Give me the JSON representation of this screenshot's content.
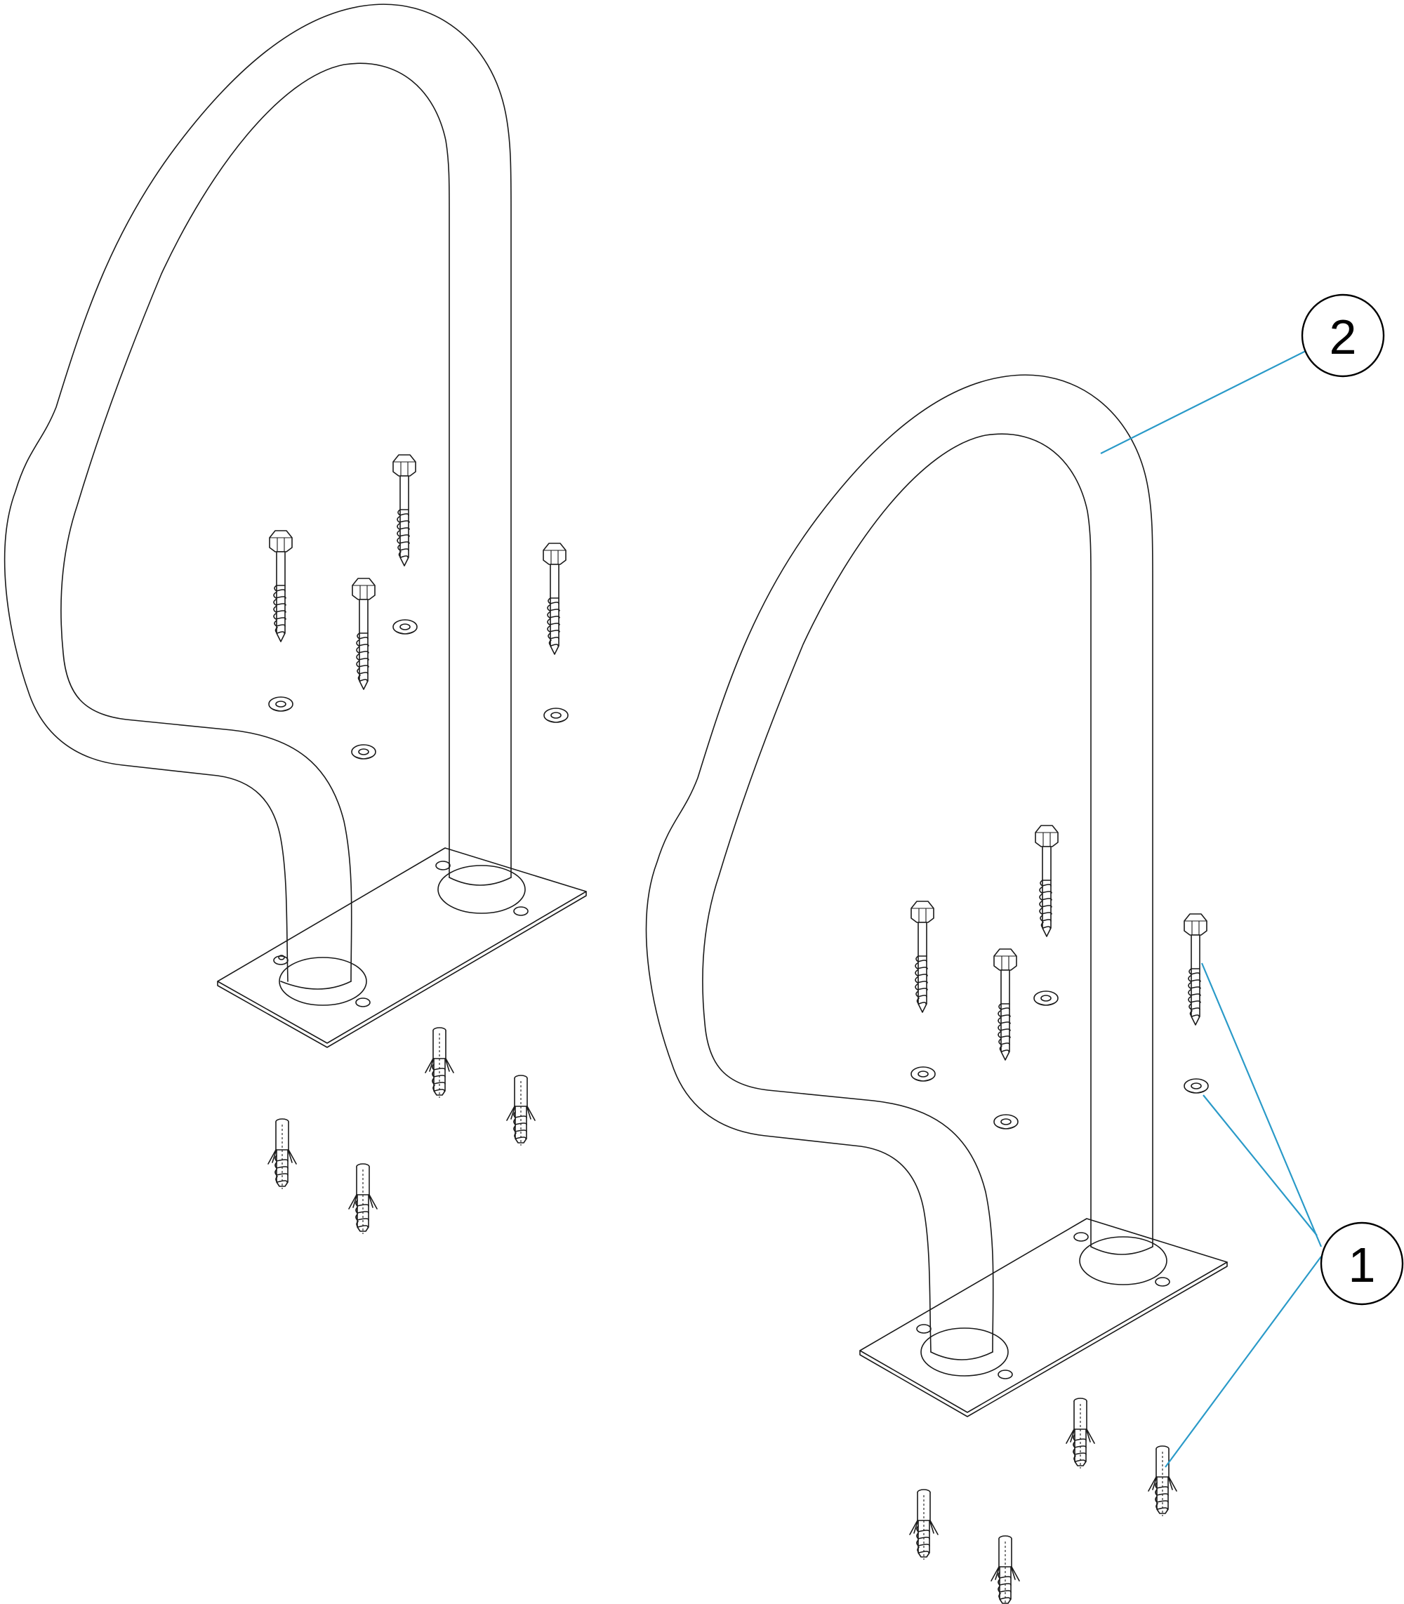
{
  "callouts": [
    {
      "id": "1",
      "label": "1"
    },
    {
      "id": "2",
      "label": "2"
    }
  ],
  "colors": {
    "leader": "#2a9ac8",
    "line": "#1a1a1a",
    "background": "#ffffff"
  }
}
